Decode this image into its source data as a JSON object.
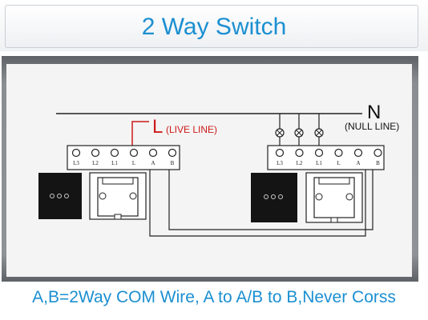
{
  "title": "2 Way Switch",
  "footer": "A,B=2Way COM Wire, A to A/B to B,Never Corss",
  "neutral": {
    "letter": "N",
    "label": "(NULL LINE)"
  },
  "live": {
    "letter": "L",
    "label": "(LIVE LINE)"
  },
  "terminal_labels": [
    "L3",
    "L2",
    "L1",
    "L",
    "A",
    "B"
  ],
  "colors": {
    "title": "#1b8fd1",
    "live": "#cc1a1a",
    "wire": "#222222"
  }
}
